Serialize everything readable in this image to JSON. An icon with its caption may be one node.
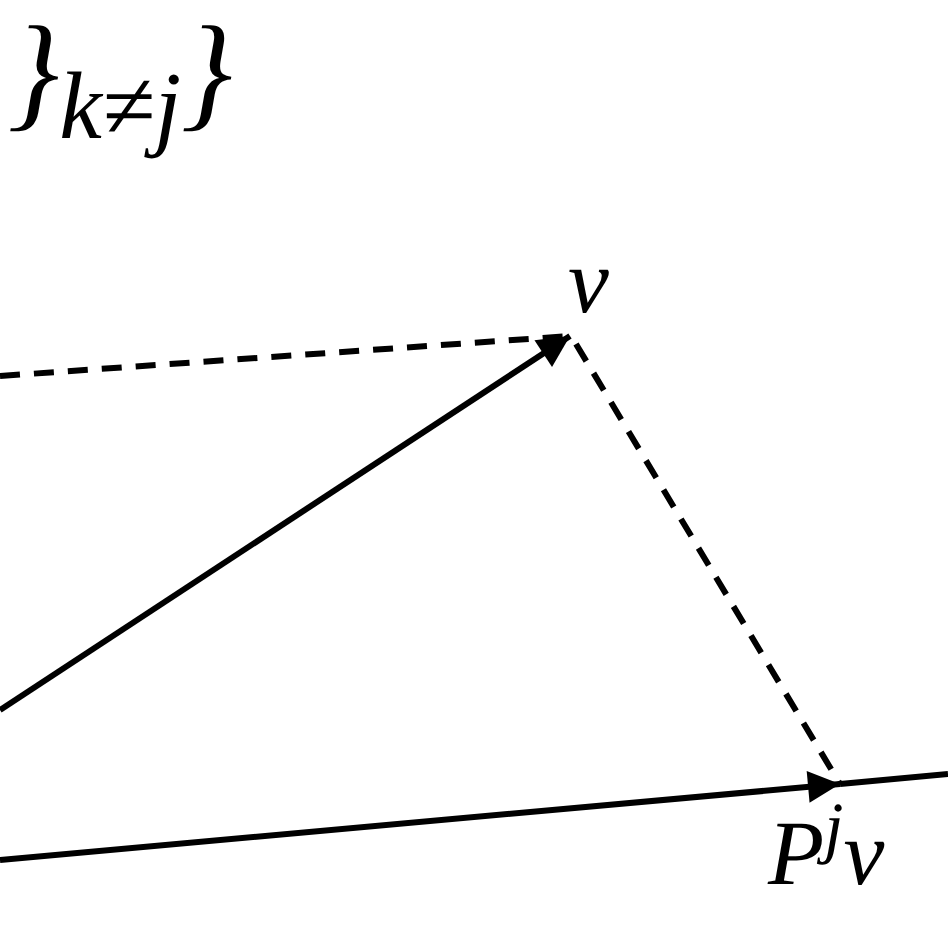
{
  "diagram": {
    "nodes": [
      {
        "text": [
          "v"
        ]
      },
      {
        "text": [
          "P$^{j}$v"
        ]
      }
    ],
    "edges": [
      {
        "from": null,
        "to": 0,
        "arrow": "to"
      },
      {
        "from": null,
        "to": 0,
        "arrow": "none",
        "style": "dashed"
      },
      {
        "from": 0,
        "to": 1,
        "arrow": "none",
        "style": "dashed"
      },
      {
        "from": null,
        "to": 1,
        "arrow": "to"
      }
    ],
    "labels": [
      "}$_{k≠j}$}"
    ]
  }
}
